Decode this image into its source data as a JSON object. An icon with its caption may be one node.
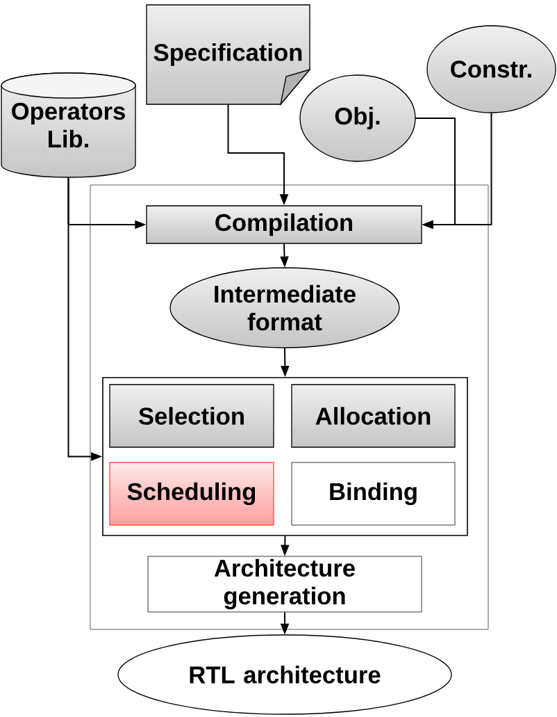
{
  "diagram": {
    "nodes": [
      {
        "text": [
          "Specification"
        ]
      },
      {
        "text": [
          "Constr."
        ]
      },
      {
        "text": [
          "Operators Lib."
        ]
      },
      {
        "text": [
          "Obj."
        ]
      },
      {
        "text": [],
        "shape": "box"
      },
      {
        "text": [
          "Compilation"
        ],
        "in": 4
      },
      {
        "text": [
          "Intermediate format"
        ],
        "in": 4
      },
      {
        "text": [],
        "shape": "box",
        "in": 4
      },
      {
        "text": [
          "Selection"
        ],
        "in": 7
      },
      {
        "text": [
          "Allocation"
        ],
        "in": 7
      },
      {
        "text": [
          "Scheduling"
        ],
        "in": 7
      },
      {
        "text": [
          "Binding"
        ],
        "in": 7
      },
      {
        "text": [
          "Architecture generation"
        ],
        "in": 4
      },
      {
        "text": [
          "RTL architecture"
        ]
      }
    ],
    "edges": [
      {
        "from": 0,
        "to": 5,
        "arrow": "to"
      },
      {
        "from": 2,
        "to": 5,
        "arrow": "to"
      },
      {
        "from": 2,
        "to": 7,
        "arrow": "to"
      },
      {
        "from": 3,
        "to": 5,
        "arrow": "to"
      },
      {
        "from": 1,
        "to": 5,
        "arrow": "to"
      },
      {
        "from": 5,
        "to": 6,
        "arrow": "to"
      },
      {
        "from": 6,
        "to": 7,
        "arrow": "to"
      },
      {
        "from": 7,
        "to": 12,
        "arrow": "to"
      },
      {
        "from": 12,
        "to": 13,
        "arrow": "to"
      }
    ]
  }
}
